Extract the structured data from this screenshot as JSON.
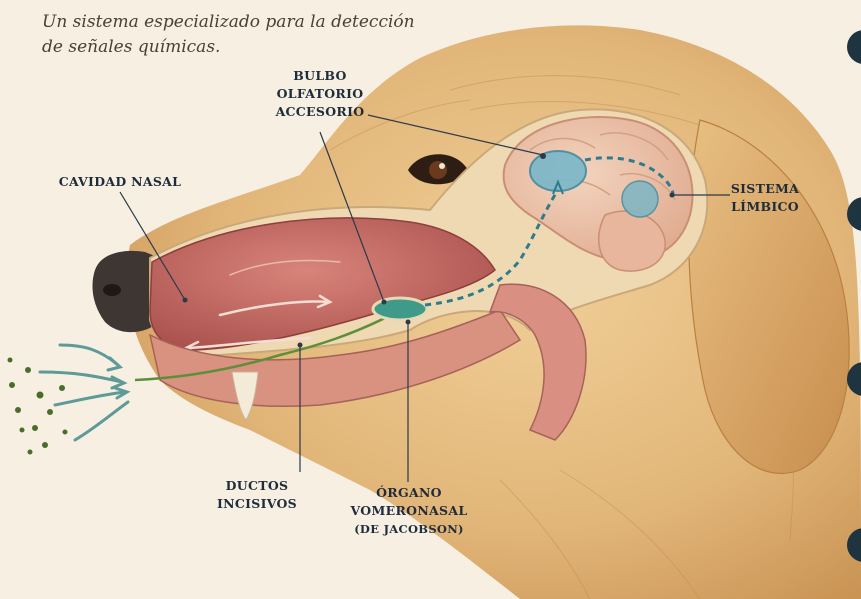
{
  "subtitle": {
    "line1": "Un sistema especializado para la detección",
    "line2": "de señales químicas."
  },
  "labels": {
    "bulbo": [
      "BULBO",
      "OLFATORIO",
      "ACCESORIO"
    ],
    "cavidad": [
      "CAVIDAD NASAL"
    ],
    "sistema": [
      "SISTEMA",
      "LÍMBICO"
    ],
    "ductos": [
      "DUCTOS",
      "INCISIVOS"
    ],
    "organo": [
      "ÓRGANO",
      "VOMERONASAL",
      "(DE JACOBSON)"
    ]
  },
  "colors": {
    "background": "#f6efe2",
    "fur": "#e2b679",
    "nasal_tissue": "#c9706a",
    "organ_teal": "#3f9a8a",
    "leader_line": "#2a3a48",
    "dashed_pathway": "#2c7c8e",
    "particles": "#4a6e2a"
  }
}
